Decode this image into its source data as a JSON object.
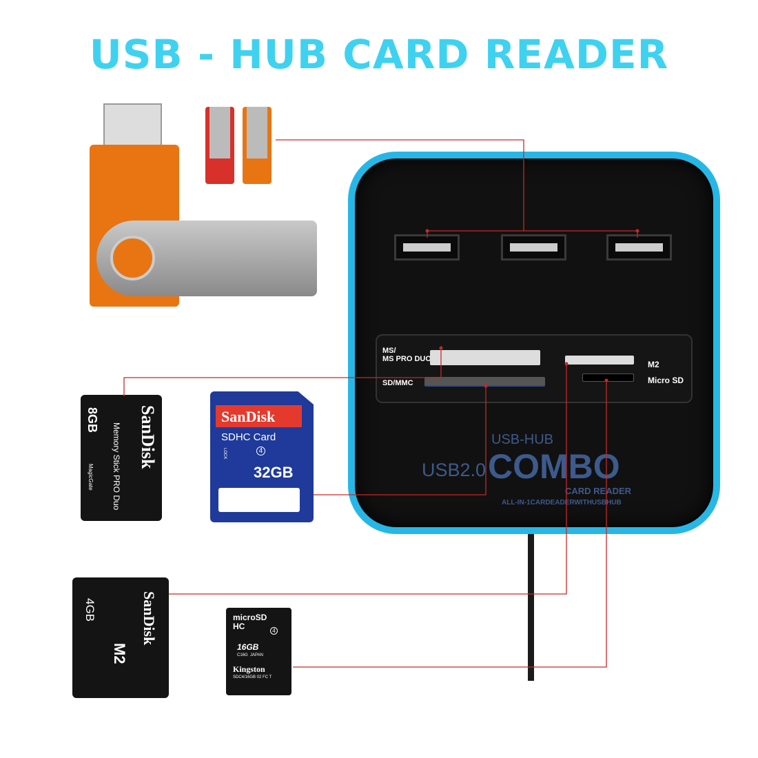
{
  "title": "USB - HUB CARD READER",
  "colors": {
    "title": "#3fd2f0",
    "hub_border": "#27b7e6",
    "connector_line": "#c62828"
  },
  "hub": {
    "slot_labels": {
      "ms": "MS/",
      "ms_pro_duo": "MS PRO DUO",
      "sd_mmc": "SD/MMC",
      "m2": "M2",
      "micro_sd": "Micro SD"
    },
    "print": {
      "usb_hub": "USB-HUB",
      "usb2": "USB2.0",
      "combo": "COMBO",
      "card_reader": "CARD READER",
      "tagline": "ALL-IN-1CARDEADERWITHUSBHUB"
    }
  },
  "cards": {
    "ms_pro_duo": {
      "brand": "SanDisk",
      "capacity": "8GB",
      "type": "Memory Stick PRO Duo",
      "sub": "MagicGate"
    },
    "sdhc": {
      "brand": "SanDisk",
      "type": "SDHC Card",
      "class": "4",
      "capacity": "32GB",
      "lock": "LOCK"
    },
    "m2": {
      "brand": "SanDisk",
      "capacity": "4GB",
      "type": "M2"
    },
    "microsd": {
      "logo": "microSD HC",
      "class": "4",
      "capacity": "16GB",
      "line": "C16G  JAPAN",
      "brand": "Kingston",
      "model": "SDC4/16GB 02 FC T"
    }
  }
}
